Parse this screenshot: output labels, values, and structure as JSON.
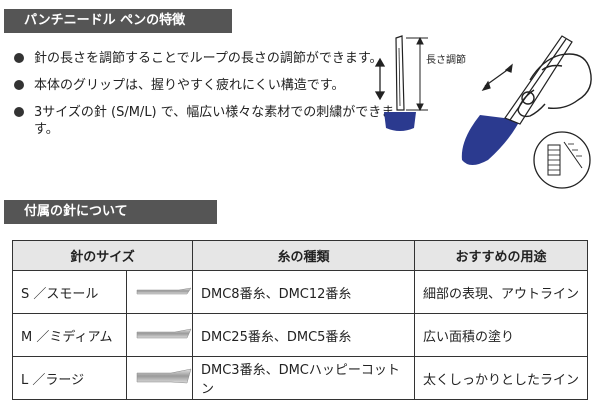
{
  "section1": {
    "title": "パンチニードル ペンの特徴",
    "features": [
      "針の長さを調節することでループの長さの調節ができます。",
      "本体のグリップは、握りやすく疲れにくい構造です。",
      "3サイズの針 (S/M/L) で、幅広い様々な素材での刺繍ができます。"
    ],
    "diagram_label": "長さ調節"
  },
  "section2": {
    "title": "付属の針について",
    "headers": {
      "size": "針のサイズ",
      "thread": "糸の種類",
      "use": "おすすめの用途"
    },
    "rows": [
      {
        "size": "S ／スモール",
        "thread": "DMC8番糸、DMC12番糸",
        "use": "細部の表現、アウトライン"
      },
      {
        "size": "M ／ミディアム",
        "thread": "DMC25番糸、DMC5番糸",
        "use": "広い面積の塗り"
      },
      {
        "size": "L ／ラージ",
        "thread": "DMC3番糸、DMCハッピーコットン",
        "use": "太くしっかりとしたライン"
      }
    ]
  },
  "colors": {
    "banner": "#555555",
    "grip": "#2b3a8f",
    "table_header": "#e6e6e6"
  }
}
